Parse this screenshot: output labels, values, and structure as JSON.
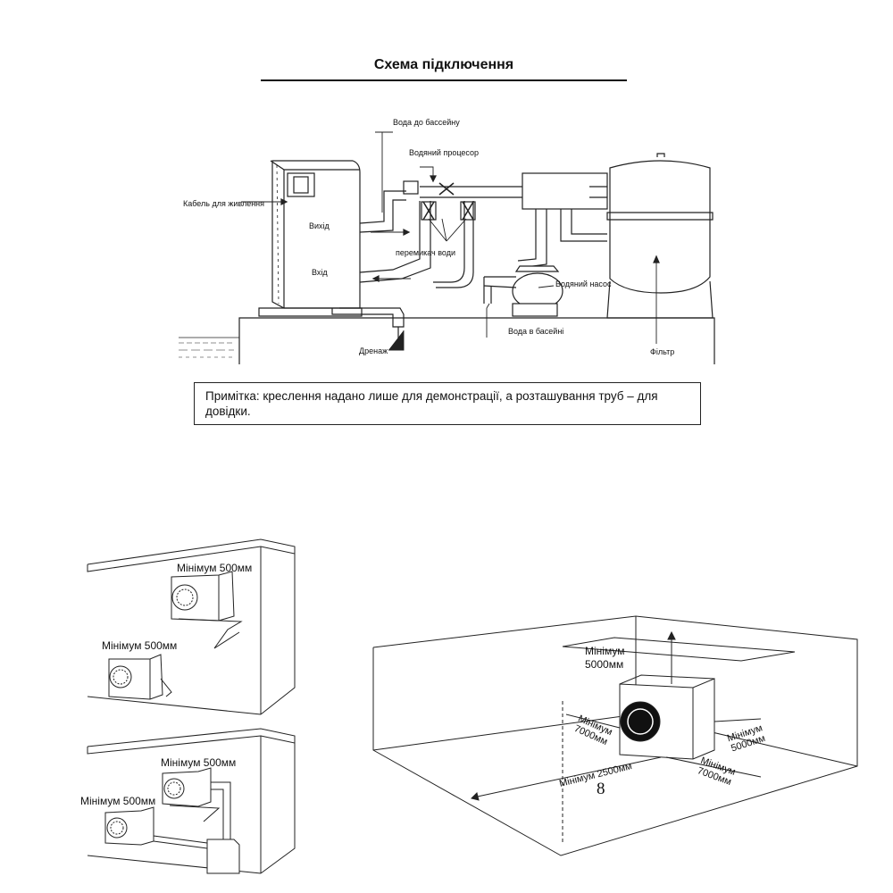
{
  "title": "Схема підключення",
  "connection_diagram": {
    "water_to_pool": "Вода до бассейну",
    "water_processor": "Водяний процесор",
    "power_cable": "Кабель для живлення",
    "outlet": "Вихід",
    "inlet": "Вхід",
    "water_switch": "перемикач води",
    "water_pump": "Водяний насос",
    "pool_water": "Вода в басейні",
    "drain": "Дренаж",
    "filter": "Фільтр"
  },
  "note": "Примітка: креслення надано лише для демонстрації, а розташування труб – для довідки.",
  "wall_install": {
    "min_500_1": "Мінімум 500мм",
    "min_500_2": "Мінімум 500мм",
    "min_500_3": "Мінімум 500мм",
    "min_500_4": "Мінімум 500мм"
  },
  "room_clearance": {
    "top_line1": "Мінімум",
    "top_line2": "5000мм",
    "left_line1": "Мінімум",
    "left_line2": "7000мм",
    "right_line1": "Мінімум",
    "right_line2": "5000мм",
    "front_right_line1": "Мінімум",
    "front_right_line2": "7000мм",
    "front": "Мінімум 2500мм"
  },
  "page_number": "8"
}
